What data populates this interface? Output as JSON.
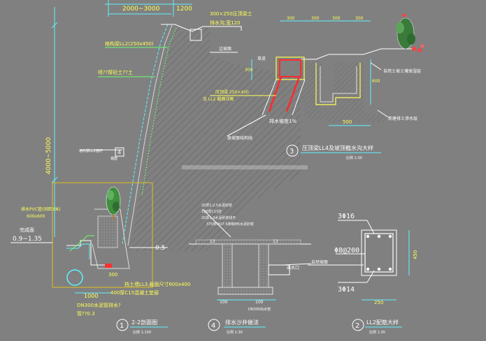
{
  "colors": {
    "background": "#808080",
    "dimension_text": "#ffff55",
    "annotation_text": "#ffffff",
    "dimension_line": "#5ff2ff",
    "rebar": "#ff2a2a"
  },
  "section22": {
    "dim_top": "2000~3000",
    "dim_1200": "1200",
    "cap_beam": "300×250压顶梁土",
    "drain_ditch": "排水沟,宽120",
    "tie_beam": "格构梁LL2(250x450)",
    "shotcrete": "喷??厚砼土??土",
    "existing_slope": "边坡面",
    "height_dim": "4000~5000",
    "anchor_note": "格构梁LL2锚杆",
    "marker": "4",
    "anchor_sub": "钢筋",
    "pipe_note": "排水PVC管(间距3米)",
    "size_600": "600x600",
    "elev_label": "完成面",
    "elev_value": "0.9~1.35",
    "elev_right": "0.5",
    "dim_1000": "1000",
    "dim_300": "300",
    "retaining_wall": "挡土墙LL3,截面尺寸600x400",
    "base": "400厚C15混凝土垫层",
    "dn_pipe": "DN300水泥管排水?",
    "slope": "管??0.3"
  },
  "detail3": {
    "dim_a": "300",
    "dim_b": "300",
    "dim_c": "300",
    "dim_d": "300",
    "dim_500": "500",
    "dim_left": "300",
    "dim_right": "600",
    "grass": "草皮",
    "cap_size": "压顶梁 250×400",
    "cap_ref": "见 LL2 截面详图",
    "slope": "排水坡度1%",
    "water_line": "原坡面结构线",
    "plant_note": "自然土坡土壤保湿层",
    "soil_water": "新建排土渗水层"
  },
  "detail4": {
    "note_a": "20厚1:2.5水泥砂浆",
    "note_b": "100厚C15砼",
    "note_c": "20厚1:3水泥砂浆找平",
    "note_d": "370厚MU7.5砖砌M5水泥砂浆",
    "dim_a": "13",
    "dim_b": "13",
    "dim_c": "100",
    "dim_d": "100",
    "pipe": "出水口",
    "pipe_spec": "DN300出水管"
  },
  "detail2": {
    "top_bars": "3Φ16",
    "stirrup": "Φ8@200",
    "planting": "自然坡面",
    "bottom_bars": "3Φ14",
    "height": "450",
    "width": "250"
  },
  "titles": {
    "t1_num": "1",
    "t1_text": "2-2剖面图",
    "t1_scale": "比例 1:100",
    "t2_num": "2",
    "t2_text": "LL2配筋大样",
    "t2_scale": "比例 1:30",
    "t3_num": "3",
    "t3_text": "压顶梁LL4及坡顶截水沟大样",
    "t3_scale": "比例 1:30",
    "t4_num": "4",
    "t4_text": "排水沙井做法",
    "t4_scale": "比例 1:30"
  }
}
